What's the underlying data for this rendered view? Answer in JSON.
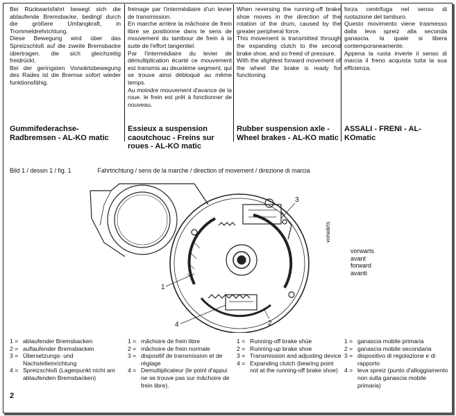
{
  "columns": {
    "de": {
      "p1": "Bei Rückwartsfahrt bewegt sich die ablaufende Bremsbacke, bedingt durch die größere Umfangkraft, in Trommeldrehrichtung.",
      "p2": "Diese Bewegung wird über das Spreizschloß auf die zweite Bremsbacke übertragen. die sich gleichzeitig freidrückt.",
      "p3": "Bei der geringsten Vorwärtsbewegung des Rades ist die Bremse sofort wieder funktionsfähig."
    },
    "fr": {
      "p1": "freinage par l'intermédiaire d'un levier de transmission.",
      "p2": "En marche arrière la mâchoire de frein libre se positionne dans le sens de mouvement du tambour de frein à la suite de l'effort tangentiel.",
      "p3": "Par l'intermédiaire du levier de démultiplication écarté ce mouvement est transmis au deuxième segment, qui se trouve ainsi débloqué au même temps.",
      "p4": "Au moindre mouvement d'avance de la roue. le frein est prêt à fonctionner de nouveau."
    },
    "en": {
      "p1": "When reversing the running-off brake shoe moves in the direction of the rotation of the drum, caused by the greater peripheral force.",
      "p2": "This movement is transmitted through the expanding clutch to the second brake shoe, and so freed of pressure.",
      "p3": "With the slightest forward movement of the wheel the brake is ready for functioning."
    },
    "it": {
      "p1": "forza centrifuga nel senso di ruotazione del tamburo.",
      "p2": "Questo movimento viene trasmesso dalla leva spreiz alla seconda ganascia. la quale si libera contemporaneamente.",
      "p3": "Appena la ruota inverte il senso di marcia il freno acquista tutta la sua efficienza."
    }
  },
  "headings": {
    "de": "Gummifederachse-Radbremsen - AL-KO matic",
    "fr": "Essieux a suspension caoutchouc - Freins sur roues - AL-KO matic",
    "en": "Rubber suspension axle - Wheel brakes - AL-KO matic",
    "it": "ASSALI - FRENI - AL-KOmatic"
  },
  "figure": {
    "caption": "Bild 1 / dessin 1 / fig. 1",
    "direction": "Fahrtrichtung / sens de la marche / direction of movement / direzione di marcia",
    "vertical_label": "vorwärts",
    "direction_words": [
      "vorwarts",
      "avant",
      "forward",
      "avanti"
    ],
    "callouts": {
      "n1": "1",
      "n2": "2",
      "n3": "3",
      "n4": "4"
    }
  },
  "legend": {
    "de": [
      {
        "num": "1 =",
        "text": "ablaufender Bremsbacken"
      },
      {
        "num": "2 =",
        "text": "auflaufender Bremsbacken"
      },
      {
        "num": "3 =",
        "text": "Übersetzungs- und Nachstelleinrichtung"
      },
      {
        "num": "4 =",
        "text": "Spreizschloß (Lagerpunkt nicht am ablaufenden Bremsbacken)"
      }
    ],
    "fr": [
      {
        "num": "1 =",
        "text": "mâchoire de frein libre"
      },
      {
        "num": "2 =",
        "text": "mâchoire de frein normale"
      },
      {
        "num": "3 =",
        "text": "dispositif de transmission et de réglage"
      },
      {
        "num": "4 =",
        "text": "Demultiplicateur (le point d'appui ne se trouve pas sur mâchoire de frein libre)."
      }
    ],
    "en": [
      {
        "num": "1 =",
        "text": "Running-off brake shüe"
      },
      {
        "num": "2 =",
        "text": "Running-up brake shoe"
      },
      {
        "num": "3 =",
        "text": "Transmission and adjusting device"
      },
      {
        "num": "4 =",
        "text": "Expanding clutch (bearing point not at the running-off brake shoe)"
      }
    ],
    "it": [
      {
        "num": "1 =",
        "text": "ganascia mobile primaria"
      },
      {
        "num": "2 =",
        "text": "ganascia mobile secondaria"
      },
      {
        "num": "3 =",
        "text": "dispositivo di regolazione e di rapporto"
      },
      {
        "num": "4 =",
        "text": "leva spreiz (punto d'alloggiamento non sulla ganascia mobile primaria)"
      }
    ]
  },
  "page_number": "2"
}
